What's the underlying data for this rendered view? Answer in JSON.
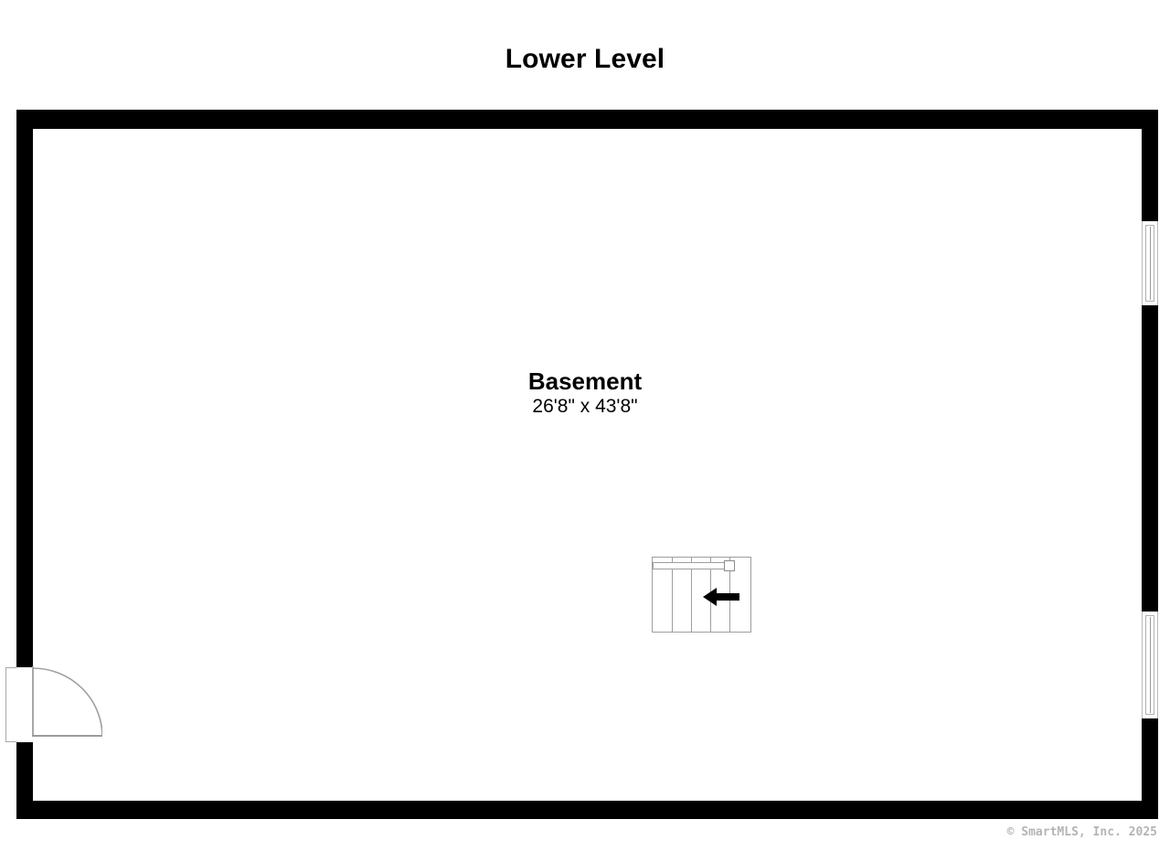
{
  "plan": {
    "title": "Lower Level",
    "copyright": "© SmartMLS, Inc.  2025",
    "wall_color": "#000000",
    "background_color": "#ffffff",
    "line_color": "#9e9e9e"
  },
  "rooms": [
    {
      "name": "Basement",
      "dimensions": "26'8\" x 43'8\"",
      "width_ft": "26'8\"",
      "length_ft": "43'8\""
    }
  ],
  "fixtures": {
    "staircase": {
      "name": "staircase",
      "direction": "left",
      "tread_count": 5,
      "has_handrail": true,
      "has_newel_post": true
    },
    "doors": [
      {
        "name": "entry-door",
        "wall": "left",
        "swing": "inward",
        "hinge": "bottom"
      }
    ],
    "windows": [
      {
        "name": "window-upper-right",
        "wall": "right"
      },
      {
        "name": "window-lower-right",
        "wall": "right"
      }
    ]
  }
}
